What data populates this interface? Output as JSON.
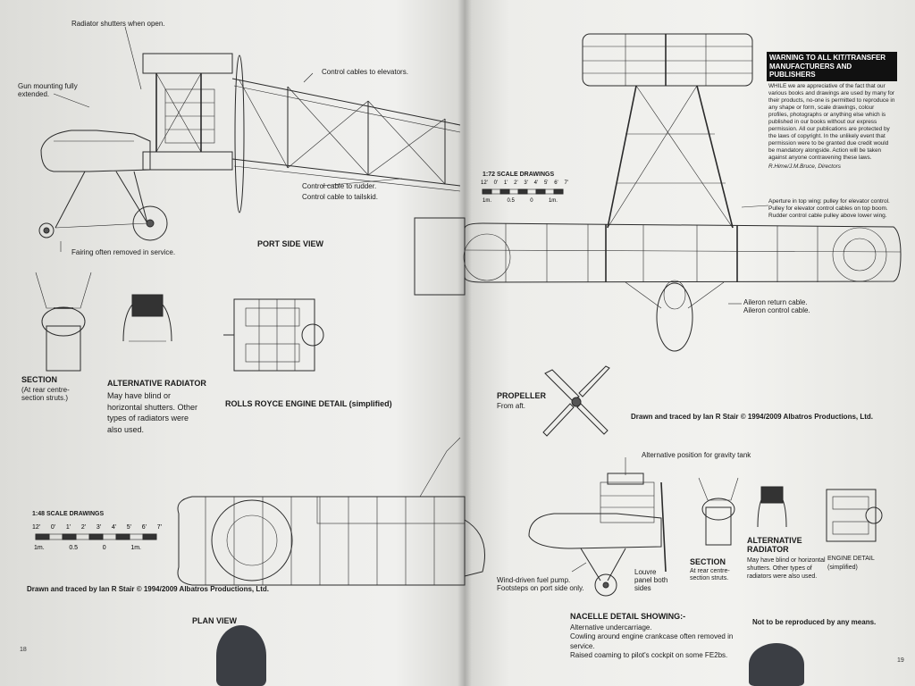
{
  "left_page": {
    "port_side_view": {
      "title": "PORT SIDE VIEW",
      "callouts": {
        "radiator_shutters": "Radiator shutters when open.",
        "gun_mounting": "Gun mounting fully extended.",
        "control_cables_elevators": "Control cables to elevators.",
        "control_cable_rudder": "Control cable to rudder.",
        "control_cable_tailskid": "Control cable to tailskid.",
        "fairing": "Fairing often removed in service."
      }
    },
    "section": {
      "title": "SECTION",
      "sub": "(At rear centre-section struts.)"
    },
    "alt_radiator": {
      "title": "ALTERNATIVE RADIATOR",
      "sub": "May have blind or horizontal shutters. Other types of radiators were also used."
    },
    "engine_detail": {
      "title": "ROLLS ROYCE ENGINE DETAIL (simplified)"
    },
    "scale": {
      "title": "1:48 SCALE DRAWINGS",
      "ft_ticks": [
        "12'",
        "0'",
        "1'",
        "2'",
        "3'",
        "4'",
        "5'",
        "6'",
        "7'"
      ],
      "m_ticks": [
        "1m.",
        "0.5",
        "0",
        "1m."
      ]
    },
    "credit": "Drawn and traced by Ian R Stair © 1994/2009 Albatros Productions, Ltd.",
    "plan_view": "PLAN VIEW",
    "page_number": "18"
  },
  "right_page": {
    "warning": {
      "heading": "WARNING TO ALL KIT/TRANSFER MANUFACTURERS AND PUBLISHERS",
      "body": "WHILE we are appreciative of the fact that our various books and drawings are used by many for their products, no-one is permitted to reproduce in any shape or form, scale drawings, colour profiles, photographs or anything else which is published in our books without our express permission. All our publications are protected by the laws of copyright. In the unlikely event that permission were to be granted due credit would be mandatory alongside. Action will be taken against anyone contravening these laws.",
      "sign": "R.Hime/J.M.Bruce, Directors"
    },
    "scale": {
      "title": "1:72 SCALE DRAWINGS",
      "ft_ticks": [
        "12'",
        "0'",
        "1'",
        "2'",
        "3'",
        "4'",
        "5'",
        "6'",
        "7'"
      ],
      "m_ticks": [
        "1m.",
        "0.5",
        "0",
        "1m."
      ]
    },
    "callouts": {
      "aperture": "Aperture in top wing: pulley for elevator control. Pulley for elevator control cables on top boom. Rudder control cable pulley above lower wing.",
      "aileron": "Aileron return cable. Aileron control cable.",
      "gravity_tank": "Alternative position for gravity tank",
      "fuel_pump": "Wind-driven fuel pump. Footsteps on port side only.",
      "louvre": "Louvre panel both sides"
    },
    "propeller": {
      "title": "PROPELLER",
      "sub": "From aft."
    },
    "credit": "Drawn and traced by Ian R Stair © 1994/2009 Albatros Productions, Ltd.",
    "section": {
      "title": "SECTION",
      "sub": "At rear centre-section struts."
    },
    "alt_radiator": {
      "title": "ALTERNATIVE RADIATOR",
      "sub": "May have blind or horizontal shutters. Other types of radiators were also used."
    },
    "engine_detail": {
      "title": "ENGINE DETAIL",
      "sub": "(simplified)"
    },
    "nacelle": {
      "title": "NACELLE DETAIL SHOWING:-",
      "items": [
        "Alternative undercarriage.",
        "Cowling around engine crankcase often removed in service.",
        "Raised coaming to pilot's cockpit on some FE2bs."
      ]
    },
    "notice": "Not to be reproduced by any means.",
    "page_number": "19"
  }
}
